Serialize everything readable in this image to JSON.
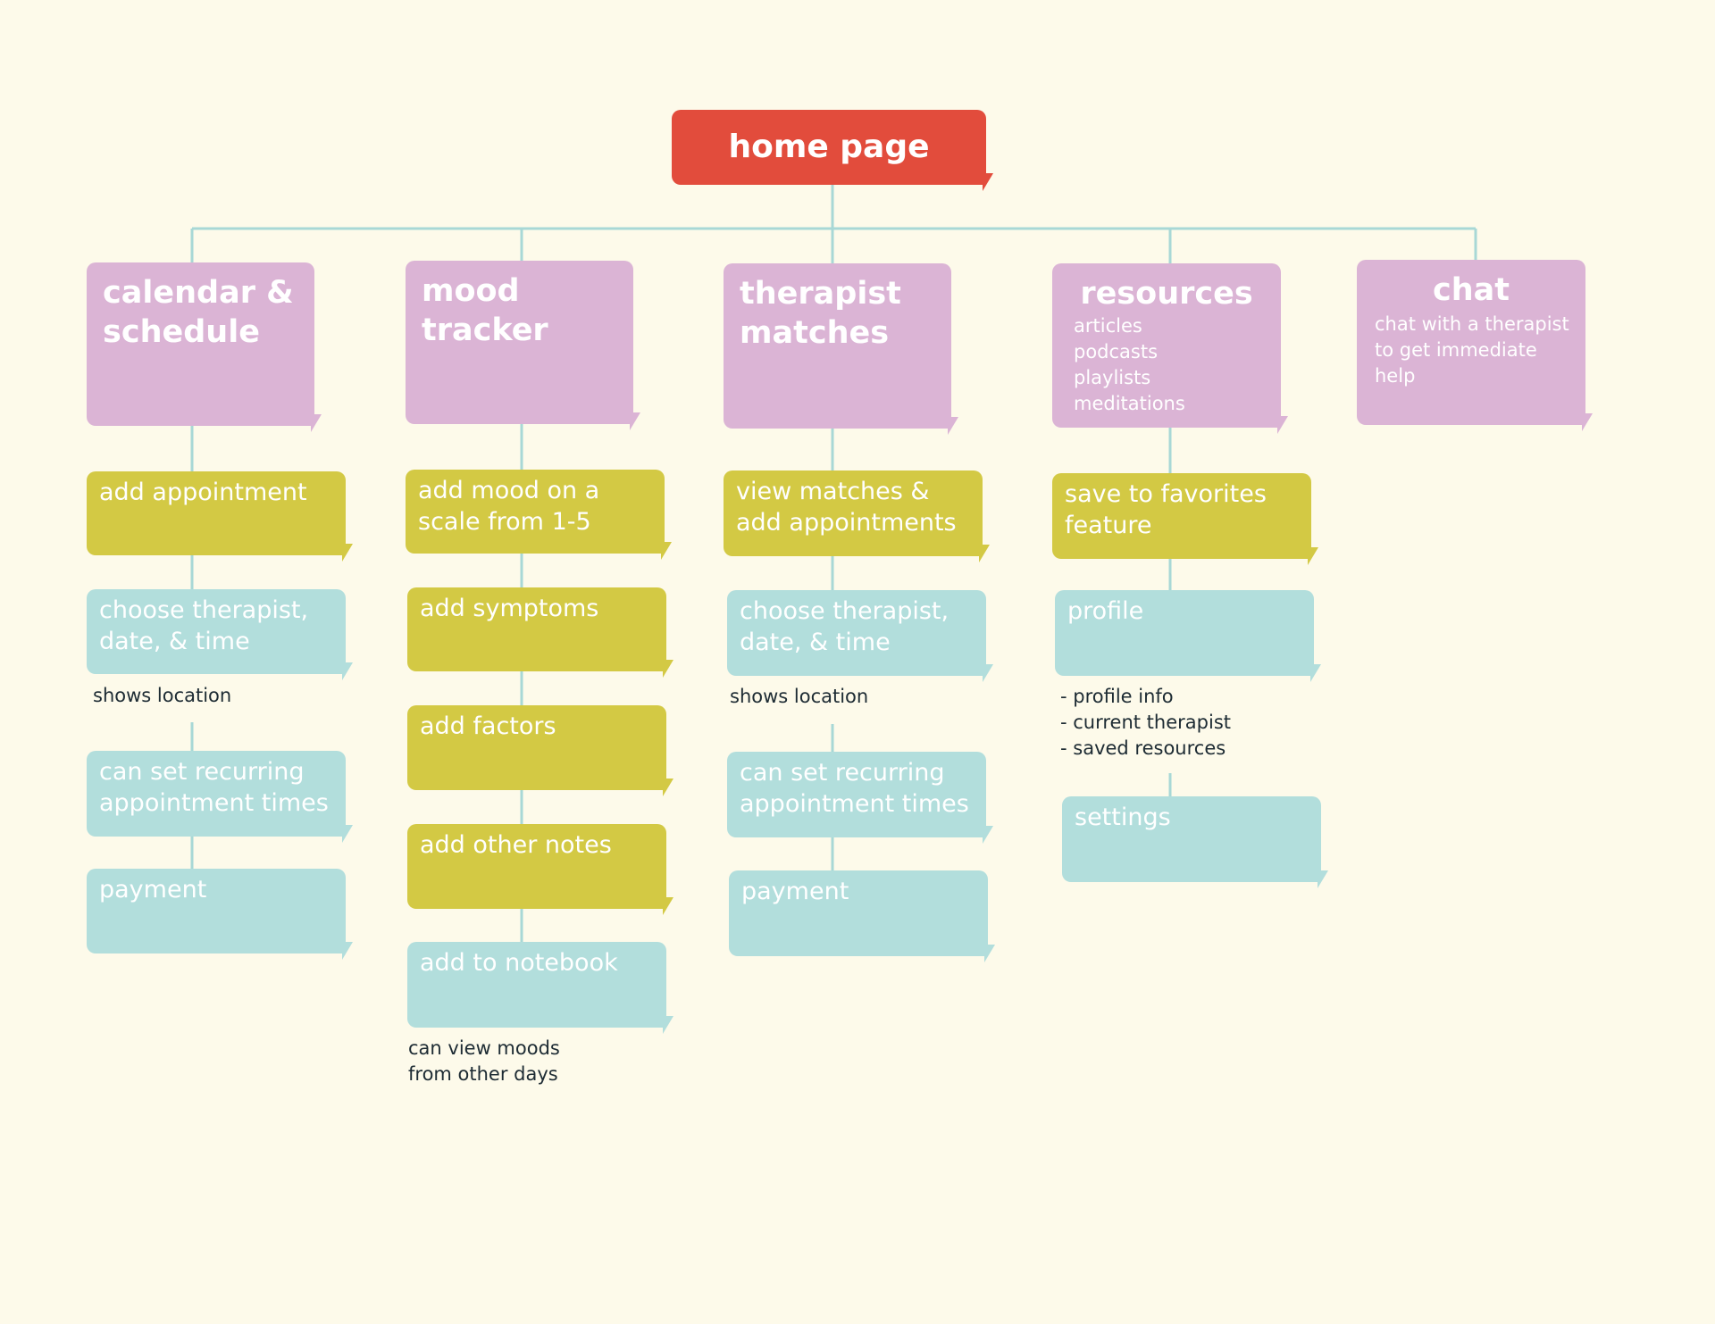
{
  "home": {
    "label": "home page"
  },
  "columns": {
    "calendar": {
      "title": "calendar & schedule",
      "items": [
        "add appointment",
        "choose therapist, date, & time",
        "can set recurring appointment times",
        "payment"
      ],
      "note": "shows location"
    },
    "mood": {
      "title": "mood tracker",
      "items": [
        "add mood on a scale from 1-5",
        "add symptoms",
        "add factors",
        "add other notes",
        "add to notebook"
      ],
      "note": "can view moods from other days"
    },
    "therapist": {
      "title": "therapist matches",
      "items": [
        "view matches & add appointments",
        "choose therapist, date, & time",
        "can set recurring appointment times",
        "payment"
      ],
      "note": "shows location"
    },
    "resources": {
      "title": "resources",
      "subitems": [
        "articles",
        "podcasts",
        "playlists",
        "meditations"
      ],
      "items": [
        "save to favorites feature",
        "profile",
        "settings"
      ],
      "profile_notes": [
        "- profile info",
        "- current therapist",
        "- saved resources"
      ]
    },
    "chat": {
      "title": "chat",
      "description": "chat with a therapist to get immediate help"
    }
  },
  "colors": {
    "background": "#fdfaea",
    "root": "#e24c3c",
    "category": "#dbb4d5",
    "action": "#d3c944",
    "detail": "#b2dedc",
    "connector": "#a8d8d6"
  }
}
